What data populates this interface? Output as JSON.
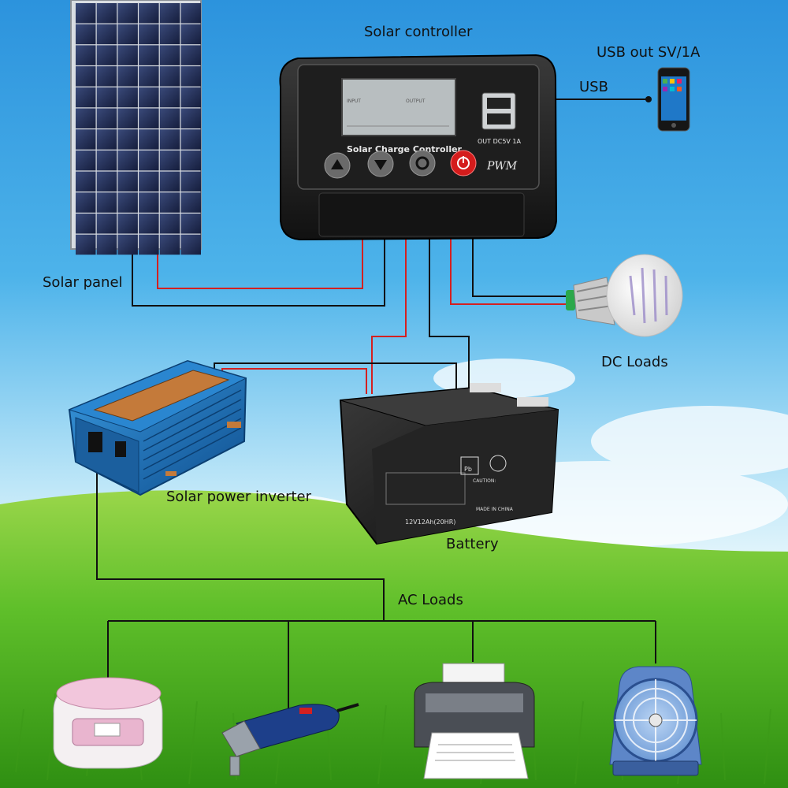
{
  "diagram": {
    "labels": {
      "solar_controller": "Solar controller",
      "usb_out": "USB out SV/1A",
      "usb": "USB",
      "solar_panel": "Solar panel",
      "dc_loads": "DC Loads",
      "solar_power_inverter": "Solar power inverter",
      "battery": "Battery",
      "ac_loads": "AC Loads"
    },
    "controller": {
      "title": "Solar Charge Controller",
      "mode": "PWM",
      "usb_port_label": "OUT DC5V 1A",
      "lcd_left": "INPUT",
      "lcd_right": "OUTPUT"
    },
    "battery_label": {
      "rating": "12V12Ah(20HR)",
      "made_in": "MADE IN CHINA",
      "caution": "CAUTION:",
      "pb": "Pb"
    },
    "colors": {
      "sky_top": "#2f9ae0",
      "sky_bottom": "#d9f1fb",
      "grass": "#5fbf2a",
      "wire_black": "#111111",
      "wire_red": "#d42020",
      "inverter_blue": "#1b6fb8"
    }
  }
}
